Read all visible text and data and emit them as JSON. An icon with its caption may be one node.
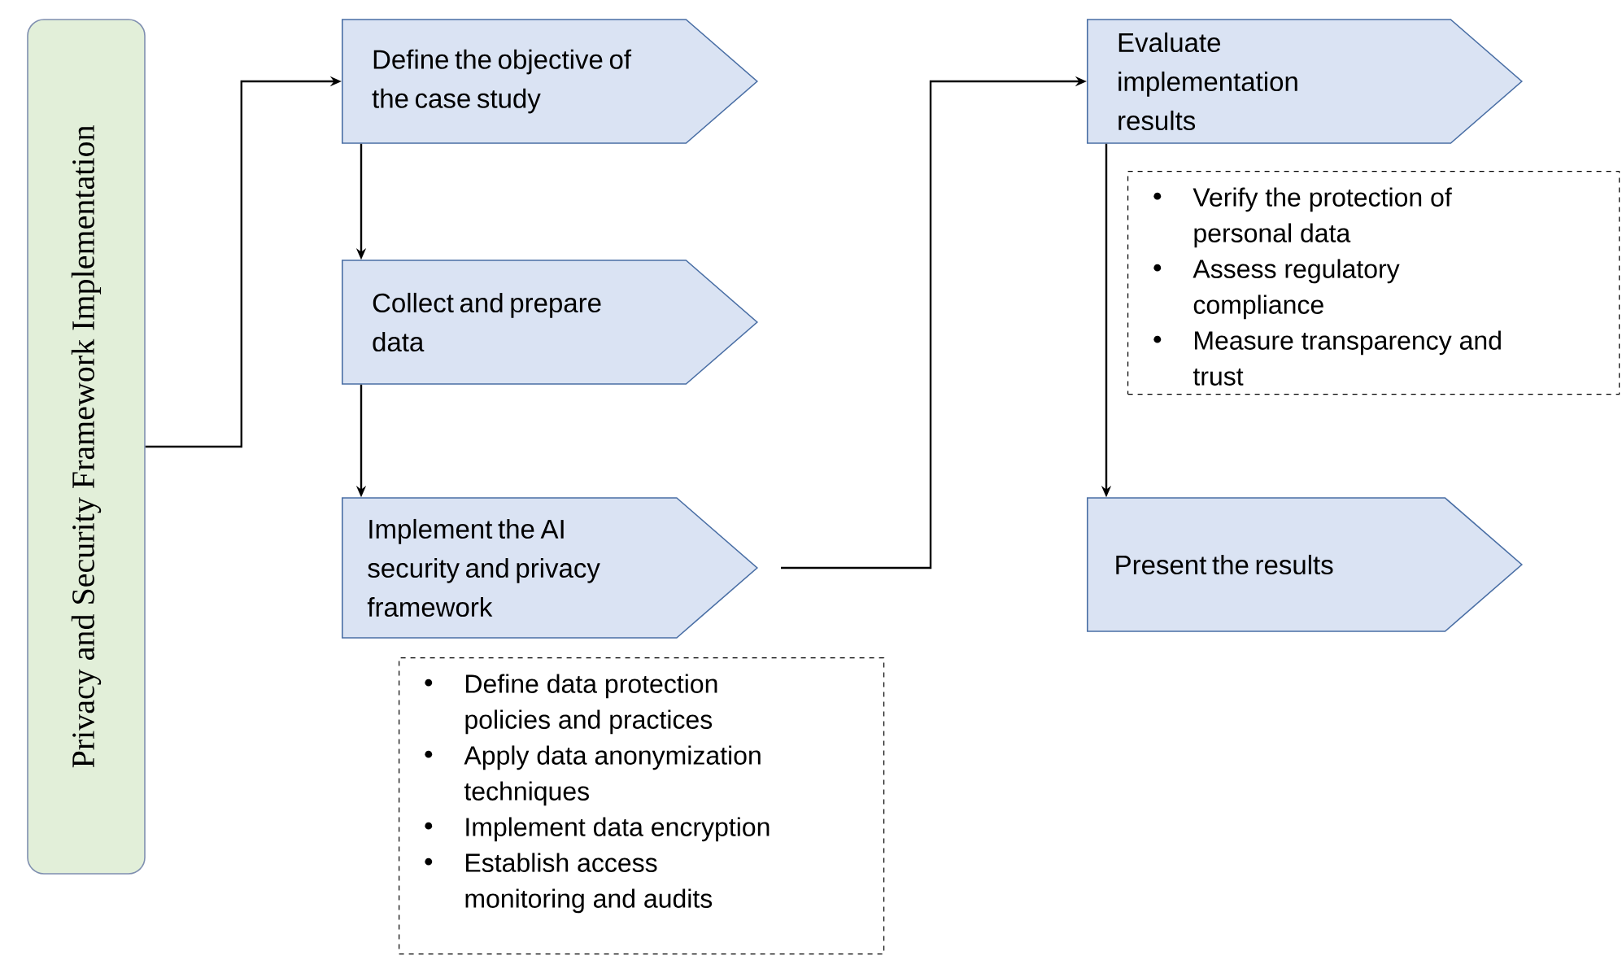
{
  "diagram": {
    "nodes": [
      {
        "text": [
          "Privacy and Security Framework Implementation"
        ]
      },
      {
        "text": [
          "Define the objective of the case study"
        ]
      },
      {
        "text": [
          "Collect and prepare data"
        ]
      },
      {
        "text": [
          "Implement the AI security and privacy framework"
        ]
      },
      {
        "text": [
          "Define data protection policies and practices",
          "Apply data anonymization techniques",
          "Implement data encryption",
          "Establish access monitoring and audits"
        ]
      },
      {
        "text": [
          "Evaluate implementation results"
        ]
      },
      {
        "text": [
          "Verify the protection of personal data",
          "Assess regulatory compliance",
          "Measure transparency and trust"
        ]
      },
      {
        "text": [
          "Present the results"
        ]
      }
    ],
    "edges": [
      {
        "from": 0,
        "to": 1,
        "arrow": "to"
      },
      {
        "from": 1,
        "to": 2,
        "arrow": "to"
      },
      {
        "from": 2,
        "to": 3,
        "arrow": "to"
      },
      {
        "from": 3,
        "to": 5,
        "arrow": "to"
      },
      {
        "from": 5,
        "to": 7,
        "arrow": "to"
      }
    ]
  }
}
